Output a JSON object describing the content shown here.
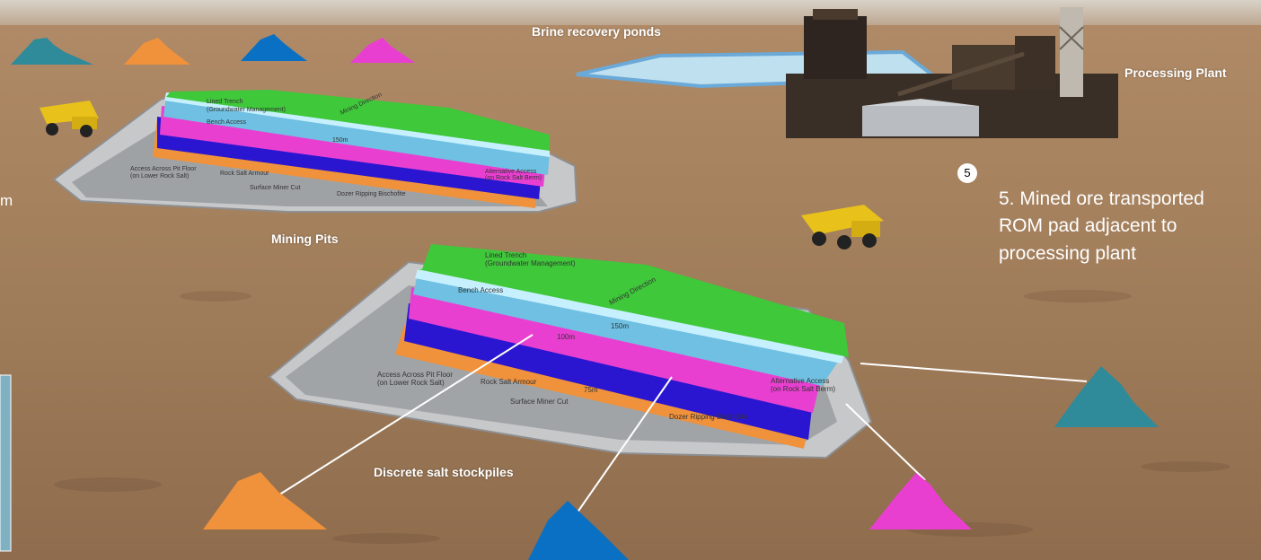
{
  "labels": {
    "brine_ponds": "Brine recovery ponds",
    "processing_plant": "Processing Plant",
    "mining_pits": "Mining Pits",
    "stockpiles": "Discrete salt stockpiles"
  },
  "step": {
    "badge": "5",
    "text_line1": "5. Mined ore transported",
    "text_line2": "ROM pad adjacent to",
    "text_line3": "processing plant"
  },
  "left_cut_text": "m",
  "pit": {
    "trench": "Lined Trench",
    "trench_sub": "(Groundwater Management)",
    "mining_direction": "Mining Direction",
    "bench_access": "Bench Access",
    "dist_150": "150m",
    "dist_100": "100m",
    "dist_75": "75m",
    "access_floor": "Access Across Pit Floor",
    "access_floor_sub": "(on Lower Rock Salt)",
    "rock_salt_armour": "Rock Salt Armour",
    "surface_miner_cut": "Surface Miner Cut",
    "dozer_ripping": "Dozer Ripping Bischofite",
    "alt_access": "Alternative Access",
    "alt_access_sub": "(on Rock Salt Berm)"
  },
  "colors": {
    "teal": "#2f8a9a",
    "orange": "#f0913b",
    "blue": "#0a70c4",
    "magenta": "#e93fd0",
    "green": "#3fc83a",
    "light_blue": "#6fc0e2",
    "purple": "#2a16d0",
    "ground": "#a07e5c"
  },
  "icons": {
    "stockpile": "stockpile-icon",
    "truck": "haul-truck-icon",
    "plant": "processing-plant-icon"
  }
}
